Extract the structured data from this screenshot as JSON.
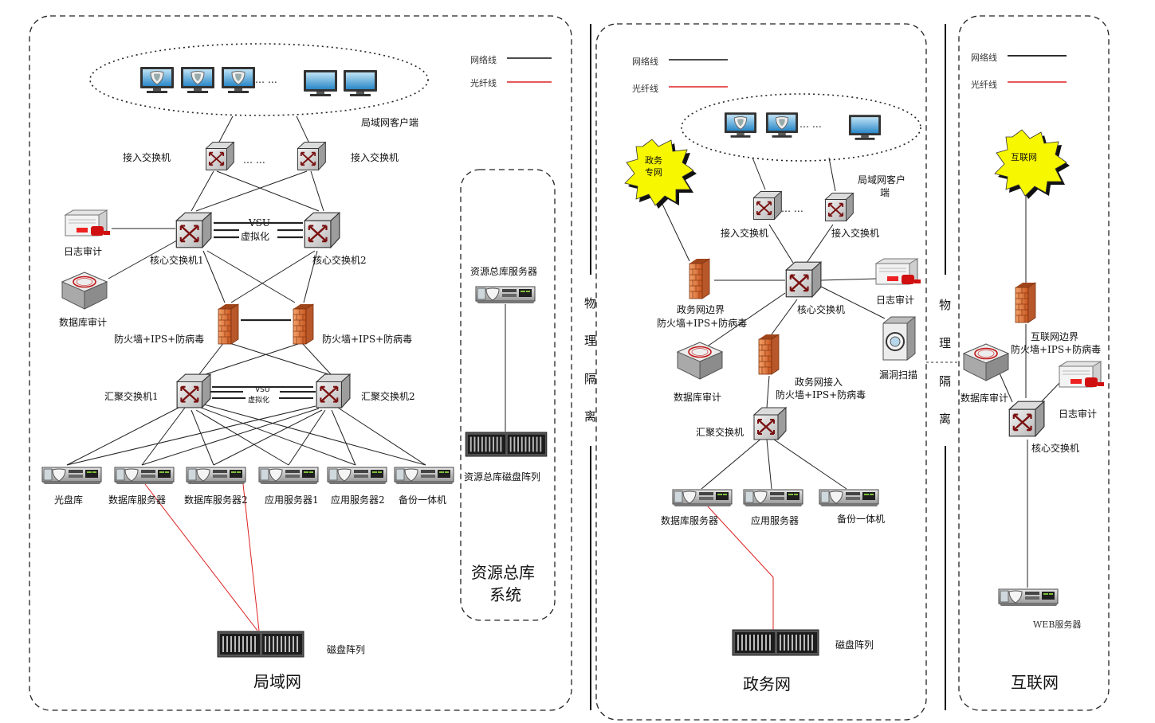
{
  "legend": {
    "network_line": "网络线",
    "fiber_line": "光纤线"
  },
  "lan": {
    "title": "局域网",
    "clients_label": "局域网客户端",
    "dots": "… …",
    "access_switch_left": "接入交换机",
    "access_switch_right": "接入交换机",
    "core_switch_1": "核心交换机1",
    "core_switch_2": "核心交换机2",
    "vsu_top": "VSU",
    "virtualization_top": "虚拟化",
    "log_audit": "日志审计",
    "db_audit": "数据库审计",
    "firewall_left": "防火墙+IPS+防病毒",
    "firewall_right": "防火墙+IPS+防病毒",
    "agg_switch_1": "汇聚交换机1",
    "agg_switch_2": "汇聚交换机2",
    "vsu_bottom": "VSU",
    "virtualization_bottom": "虚拟化",
    "servers": [
      "光盘库",
      "数据库服务器",
      "数据库服务器2",
      "应用服务器1",
      "应用服务器2",
      "备份一体机"
    ],
    "disk_array": "磁盘阵列"
  },
  "resource": {
    "title_line1": "资源总库",
    "title_line2": "系统",
    "server": "资源总库服务器",
    "disk_array": "资源总库磁盘阵列"
  },
  "isolation": [
    "物",
    "理",
    "隔",
    "离"
  ],
  "gov": {
    "title": "政务网",
    "star_line1": "政务",
    "star_line2": "专网",
    "clients_label_line1": "局域网客户",
    "clients_label_line2": "端",
    "dots": "… …",
    "access_switch_left": "接入交换机",
    "access_switch_right": "接入交换机",
    "border_fw_line1": "政务网边界",
    "border_fw_line2": "防火墙+IPS+防病毒",
    "core_switch": "核心交换机",
    "log_audit": "日志审计",
    "vuln_scan": "漏洞扫描",
    "db_audit": "数据库审计",
    "access_fw_line1": "政务网接入",
    "access_fw_line2": "防火墙+IPS+防病毒",
    "agg_switch": "汇聚交换机",
    "servers": [
      "数据库服务器",
      "应用服务器",
      "备份一体机"
    ],
    "disk_array": "磁盘阵列"
  },
  "internet": {
    "title": "互联网",
    "star": "互联网",
    "border_fw_line1": "互联网边界",
    "border_fw_line2": "防火墙+IPS+防病毒",
    "db_audit": "数据库审计",
    "log_audit": "日志审计",
    "core_switch": "核心交换机",
    "web_server": "WEB服务器"
  }
}
